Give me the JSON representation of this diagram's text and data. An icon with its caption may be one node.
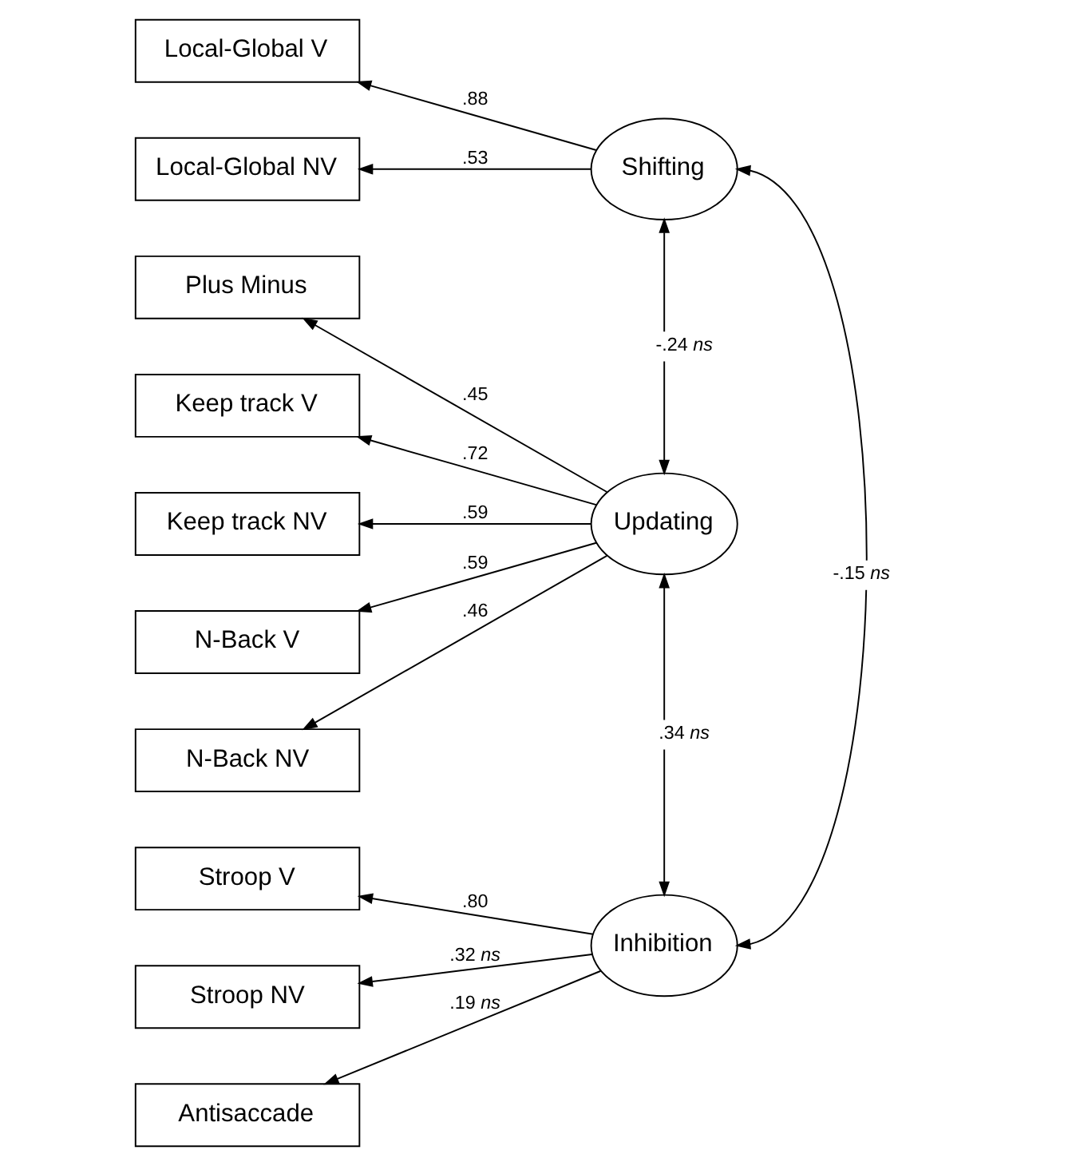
{
  "diagram": {
    "nodes": [
      {
        "text": [
          "Local-Global V"
        ]
      },
      {
        "text": [
          "Local-Global NV"
        ]
      },
      {
        "text": [
          "Plus Minus"
        ]
      },
      {
        "text": [
          "Keep track V"
        ]
      },
      {
        "text": [
          "Keep track NV"
        ]
      },
      {
        "text": [
          "N-Back V"
        ]
      },
      {
        "text": [
          "N-Back NV"
        ]
      },
      {
        "text": [
          "Stroop V"
        ]
      },
      {
        "text": [
          "Stroop NV"
        ]
      },
      {
        "text": [
          "Antisaccade"
        ]
      },
      {
        "text": [
          "Shifting"
        ]
      },
      {
        "text": [
          "Updating"
        ]
      },
      {
        "text": [
          "Inhibition"
        ]
      }
    ],
    "edges": [
      {
        "from": 10,
        "to": 0,
        "arrow": "to",
        "label": ".88"
      },
      {
        "from": 10,
        "to": 1,
        "arrow": "to",
        "label": ".53"
      },
      {
        "from": 11,
        "to": 2,
        "arrow": "to",
        "label": ".45"
      },
      {
        "from": 11,
        "to": 3,
        "arrow": "to",
        "label": ".72"
      },
      {
        "from": 11,
        "to": 4,
        "arrow": "to",
        "label": ".59"
      },
      {
        "from": 11,
        "to": 5,
        "arrow": "to",
        "label": ".59"
      },
      {
        "from": 11,
        "to": 6,
        "arrow": "to",
        "label": ".46"
      },
      {
        "from": 12,
        "to": 7,
        "arrow": "to",
        "label": ".80"
      },
      {
        "from": 12,
        "to": 8,
        "arrow": "to",
        "label": ".32 *ns*"
      },
      {
        "from": 12,
        "to": 9,
        "arrow": "to",
        "label": ".19 *ns*"
      },
      {
        "from": 10,
        "to": 11,
        "arrow": "both",
        "label": "-.24 *ns*"
      },
      {
        "from": 11,
        "to": 12,
        "arrow": "both",
        "label": ".34 *ns*"
      },
      {
        "from": 10,
        "to": 12,
        "arrow": "both",
        "label": "-.15 *ns*"
      }
    ]
  }
}
